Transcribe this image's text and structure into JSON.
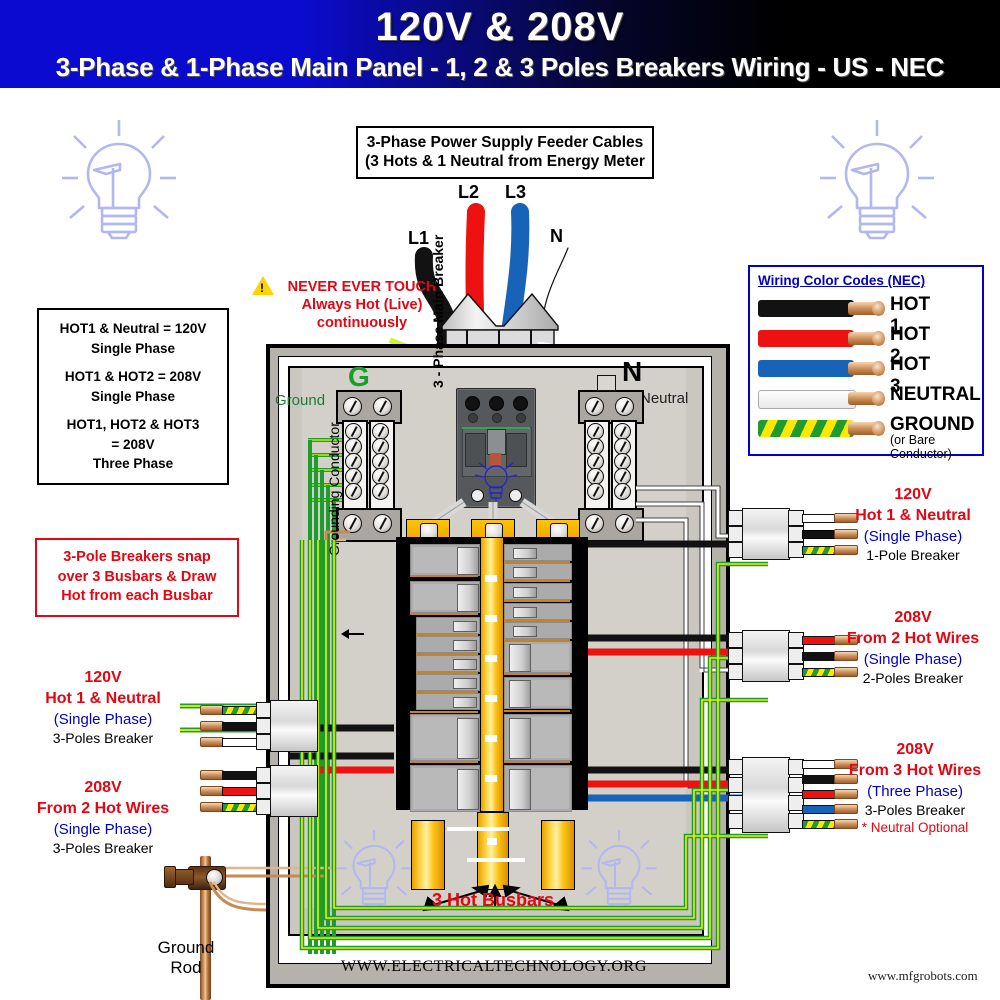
{
  "header": {
    "title": "120V & 208V",
    "subtitle": "3-Phase & 1-Phase Main Panel - 1, 2 & 3 Poles Breakers Wiring - US - NEC"
  },
  "feeder_box": {
    "line1": "3-Phase Power Supply Feeder Cables",
    "line2": "(3 Hots & 1 Neutral from Energy Meter"
  },
  "feeder_wire_labels": {
    "l1": "L1",
    "l2": "L2",
    "l3": "L3",
    "n": "N"
  },
  "warning": {
    "icon": "warning-triangle-icon",
    "line1": "NEVER EVER TOUCH",
    "line2": "Always Hot (Live)",
    "line3": "continuously"
  },
  "voltage_box": {
    "groups": [
      {
        "line1": "HOT1 & Neutral = 120V",
        "line2": "Single Phase"
      },
      {
        "line1": "HOT1 & HOT2 = 208V",
        "line2": "Single Phase"
      },
      {
        "line1": "HOT1, HOT2 & HOT3",
        "line2": "= 208V",
        "line3": "Three Phase"
      }
    ]
  },
  "pole_note": {
    "line1": "3-Pole Breakers snap",
    "line2": "over 3 Busbars & Draw",
    "line3": "Hot from each Busbar"
  },
  "legend": {
    "title": "Wiring Color Codes (NEC)",
    "items": [
      {
        "label": "HOT 1",
        "color": "#121212",
        "sub": ""
      },
      {
        "label": "HOT 2",
        "color": "#ee1111",
        "sub": ""
      },
      {
        "label": "HOT 3",
        "color": "#1763b8",
        "sub": ""
      },
      {
        "label": "NEUTRAL",
        "color": "#ffffff",
        "sub": ""
      },
      {
        "label": "GROUND",
        "color": "#1f9c2e",
        "sub": "(or Bare Conductor)"
      }
    ]
  },
  "panel": {
    "ground_letter": "G",
    "ground_word": "Ground",
    "neutral_letter": "N",
    "neutral_word": "Neutral",
    "main_breaker_label": "3 - Phase Main Breaker",
    "grounding_conductor_label": "Grounding Conductor",
    "busbar_label": "3 Hot Busbars",
    "site": "WWW.ELECTRICALTECHNOLOGY.ORG"
  },
  "ground_rod": {
    "line1": "Ground",
    "line2": "Rod"
  },
  "watermark": "www.mfgrobots.com",
  "cable_groups": [
    {
      "id": "right-1pole",
      "l1": "120V",
      "l1b": "Hot 1 & Neutral",
      "l2": "(Single Phase)",
      "l3": "1-Pole Breaker",
      "l4": "",
      "wires": [
        "#ffffff",
        "#121212",
        "#1f9c2e"
      ]
    },
    {
      "id": "right-2pole",
      "l1": "208V",
      "l1b": "From 2 Hot Wires",
      "l2": "(Single Phase)",
      "l3": "2-Poles Breaker",
      "l4": "",
      "wires": [
        "#ee1111",
        "#121212",
        "#1f9c2e"
      ]
    },
    {
      "id": "right-3pole",
      "l1": "208V",
      "l1b": "From 3 Hot Wires",
      "l2": "(Three Phase)",
      "l3": "3-Poles Breaker",
      "l4": "* Neutral Optional",
      "wires": [
        "#ffffff",
        "#121212",
        "#ee1111",
        "#1763b8",
        "#1f9c2e"
      ]
    },
    {
      "id": "left-3pole-120",
      "l1": "120V",
      "l1b": "Hot 1 & Neutral",
      "l2": "(Single Phase)",
      "l3": "3-Poles Breaker",
      "l4": "",
      "wires": [
        "#1f9c2e",
        "#121212",
        "#ffffff"
      ]
    },
    {
      "id": "left-3pole-208",
      "l1": "208V",
      "l1b": "From 2 Hot Wires",
      "l2": "(Single Phase)",
      "l3": "3-Poles Breaker",
      "l4": "",
      "wires": [
        "#121212",
        "#ee1111",
        "#1f9c2e"
      ]
    }
  ],
  "colors": {
    "hot1": "#121212",
    "hot2": "#ee1111",
    "hot3": "#1763b8",
    "neutral": "#ffffff",
    "ground": "#1f9c2e",
    "ground_yellow": "#ffe800",
    "busbar": "#ffc400",
    "accent_red": "#e30613",
    "accent_blue": "#0000c8",
    "panel_body": "#c9c7c0",
    "header_blue": "#0a0ad0"
  }
}
